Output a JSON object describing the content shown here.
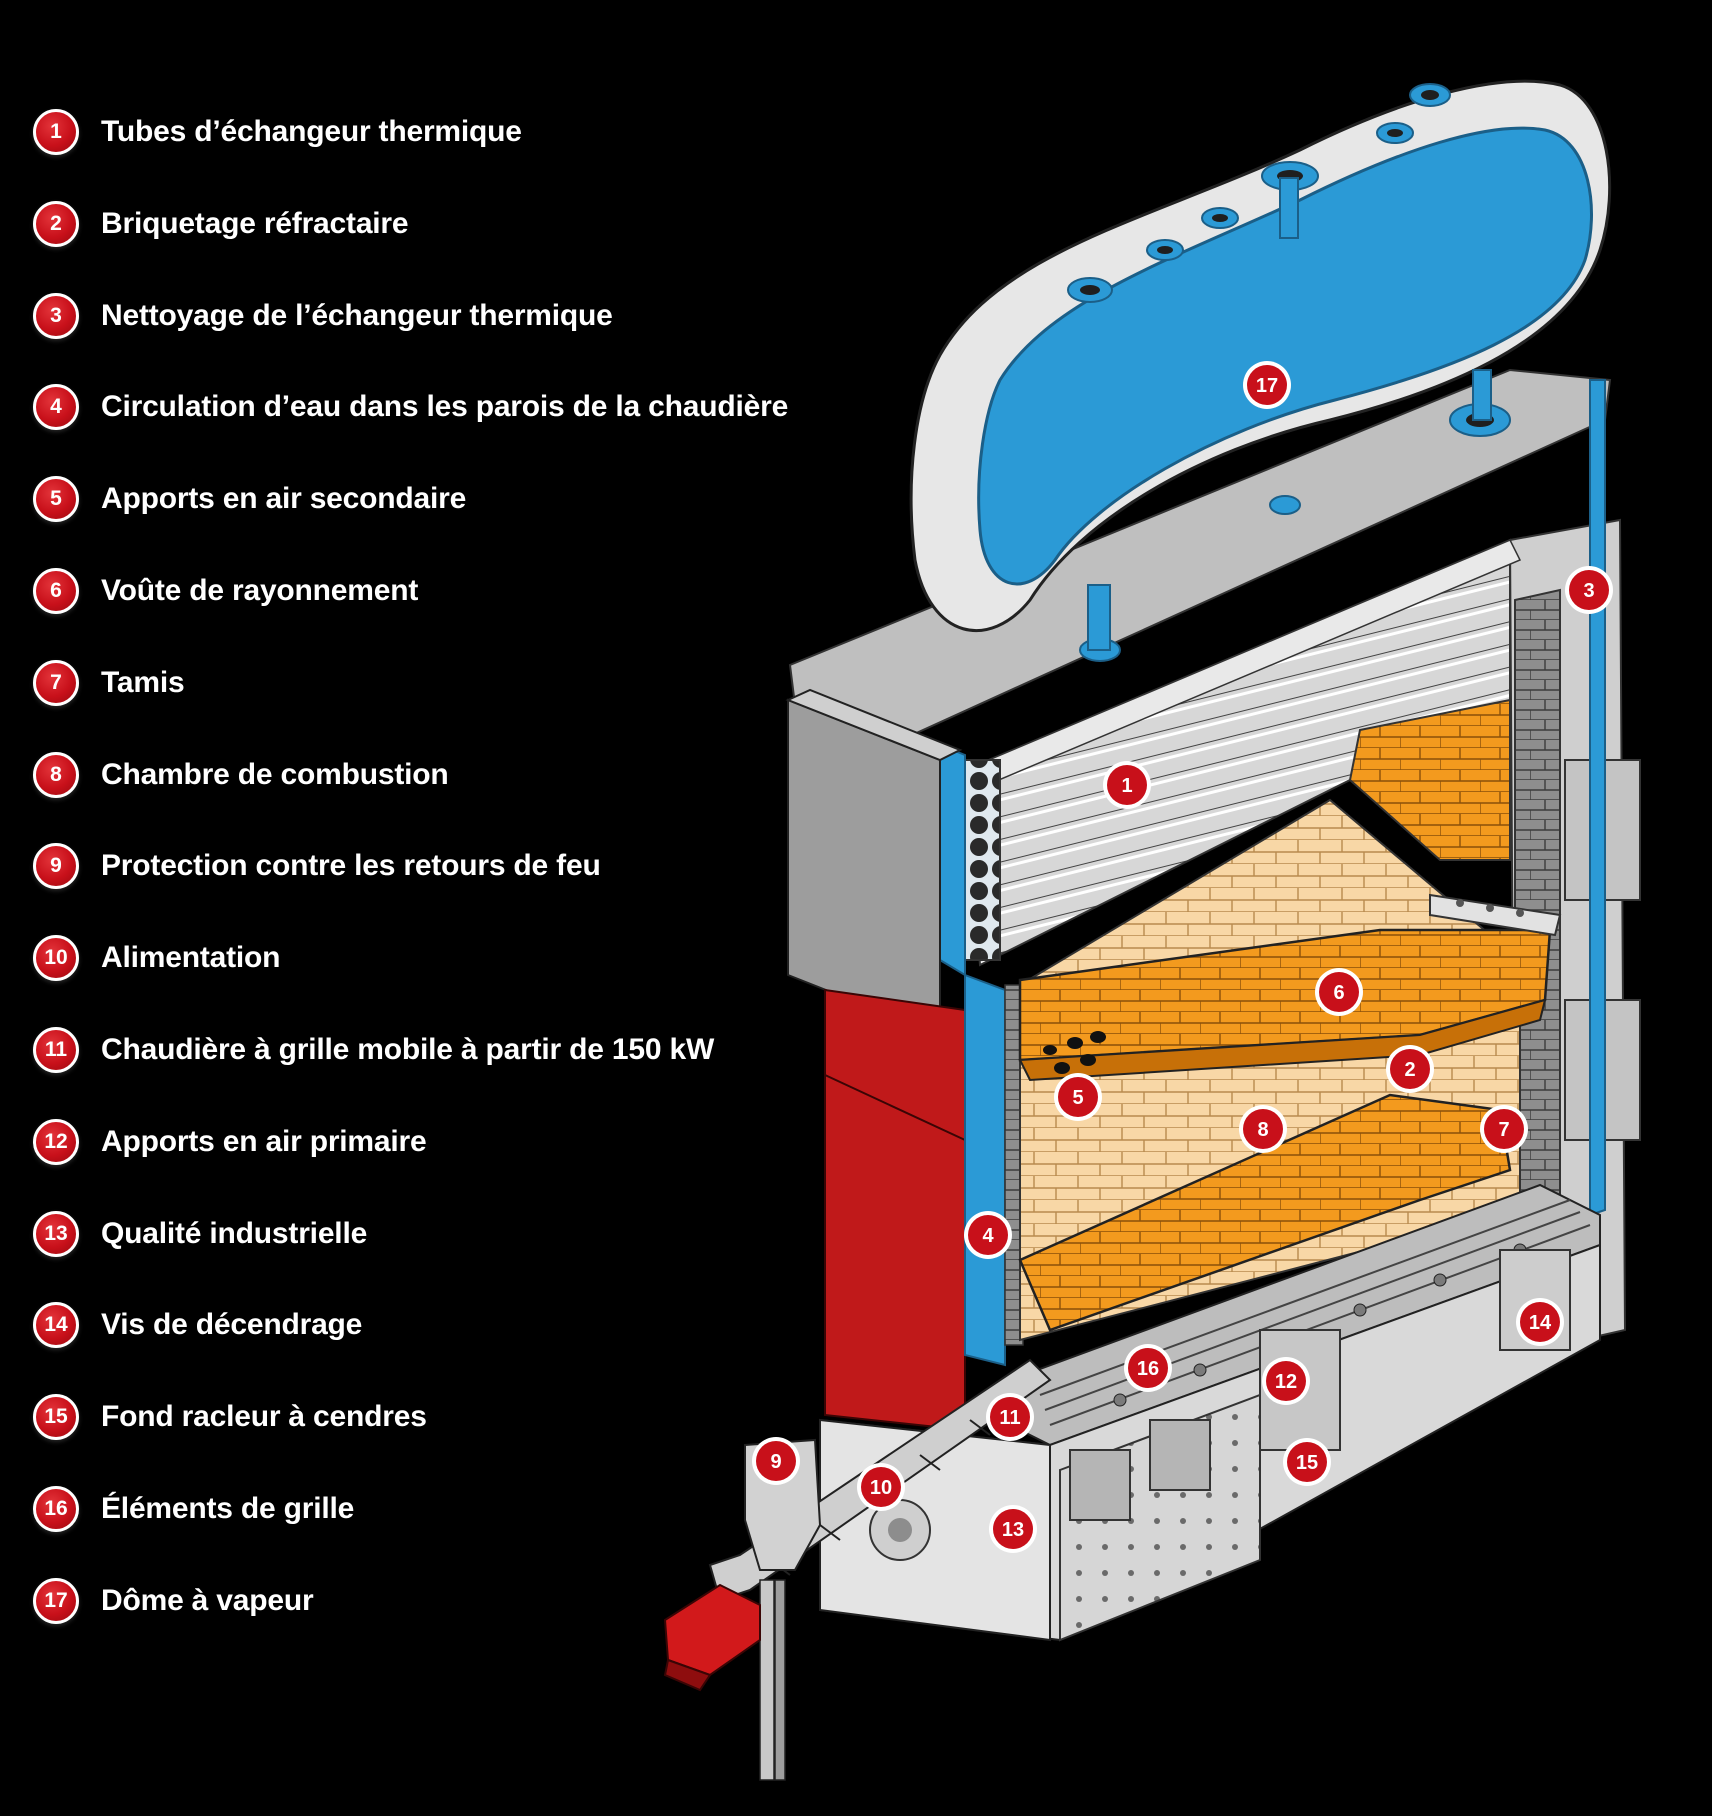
{
  "colors": {
    "badge_red": "#c8101a",
    "water_blue": "#2b9ad6",
    "brick_orange": "#f39a1e",
    "brick_light": "#f8d7a6",
    "steel_grey": "#c9c9c9",
    "feed_red": "#c0191a"
  },
  "legend": [
    {
      "num": "1",
      "label": "Tubes d’échangeur thermique"
    },
    {
      "num": "2",
      "label": "Briquetage réfractaire"
    },
    {
      "num": "3",
      "label": "Nettoyage de l’échangeur thermique"
    },
    {
      "num": "4",
      "label": "Circulation d’eau dans les parois de la chaudière"
    },
    {
      "num": "5",
      "label": "Apports en air secondaire"
    },
    {
      "num": "6",
      "label": "Voûte de rayonnement"
    },
    {
      "num": "7",
      "label": "Tamis"
    },
    {
      "num": "8",
      "label": "Chambre de combustion"
    },
    {
      "num": "9",
      "label": "Protection contre les retours de feu"
    },
    {
      "num": "10",
      "label": "Alimentation"
    },
    {
      "num": "11",
      "label": "Chaudière à grille mobile à partir de 150 kW"
    },
    {
      "num": "12",
      "label": "Apports en air primaire"
    },
    {
      "num": "13",
      "label": "Qualité industrielle"
    },
    {
      "num": "14",
      "label": "Vis de décendrage"
    },
    {
      "num": "15",
      "label": "Fond racleur à cendres"
    },
    {
      "num": "16",
      "label": "Éléments de grille"
    },
    {
      "num": "17",
      "label": "Dôme à vapeur"
    }
  ],
  "markers": [
    "1",
    "2",
    "3",
    "4",
    "5",
    "6",
    "7",
    "8",
    "9",
    "10",
    "11",
    "12",
    "13",
    "14",
    "15",
    "16",
    "17"
  ]
}
